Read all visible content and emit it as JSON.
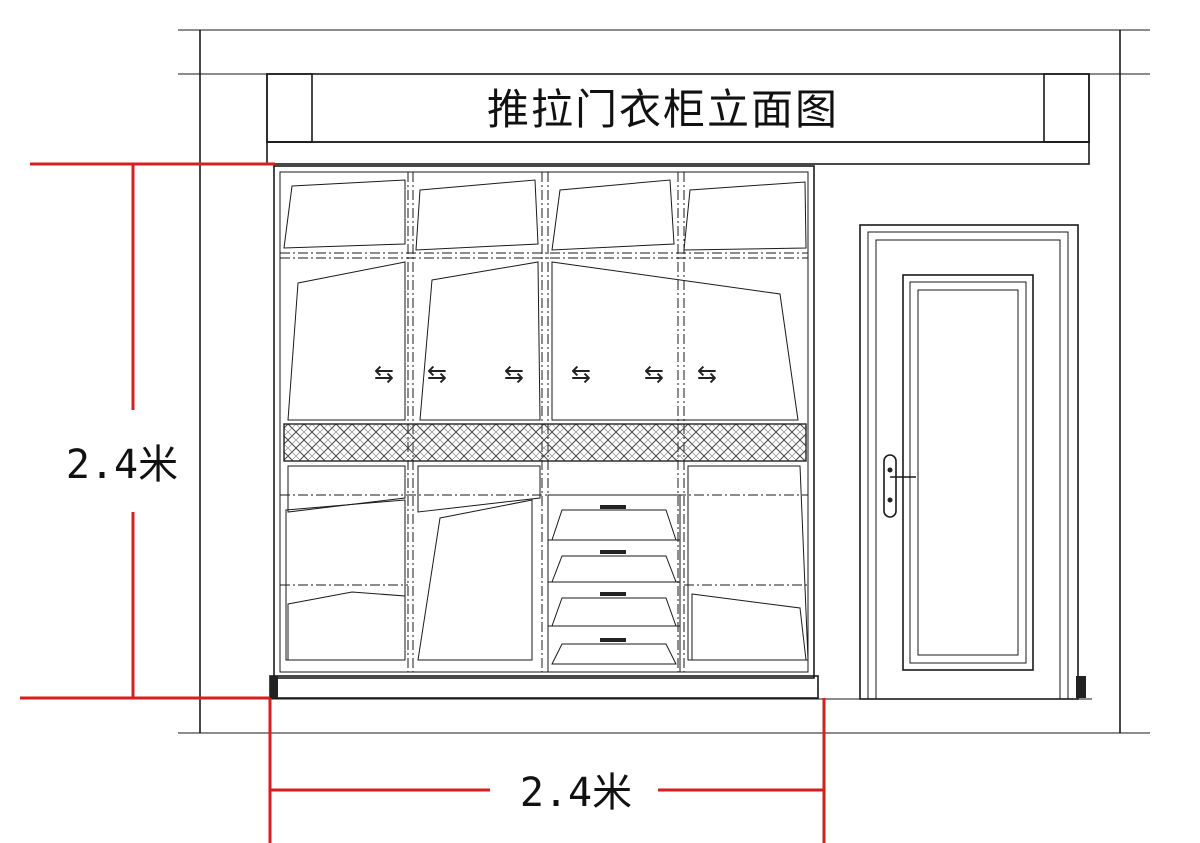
{
  "title": "推拉门衣柜立面图",
  "dimensions": {
    "height_label": "2.4米",
    "width_label": "2.4米",
    "line_color": "#d81e1e"
  },
  "slide_arrow_symbol": "⇆",
  "slide_arrow_count": 6
}
